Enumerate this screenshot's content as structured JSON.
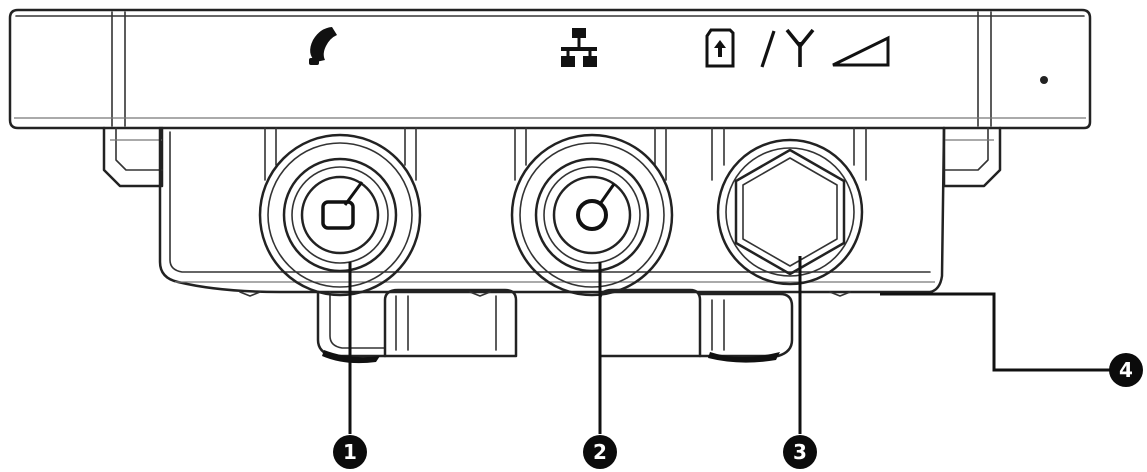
{
  "figure": {
    "indicators": [
      {
        "name": "phone-icon"
      },
      {
        "name": "network-icon"
      },
      {
        "name": "sim-card-icon"
      },
      {
        "name": "slash-separator"
      },
      {
        "name": "antenna-icon"
      },
      {
        "name": "signal-strength-icon"
      }
    ],
    "callouts": [
      {
        "label": "1"
      },
      {
        "label": "2"
      },
      {
        "label": "3"
      },
      {
        "label": "4"
      }
    ]
  }
}
